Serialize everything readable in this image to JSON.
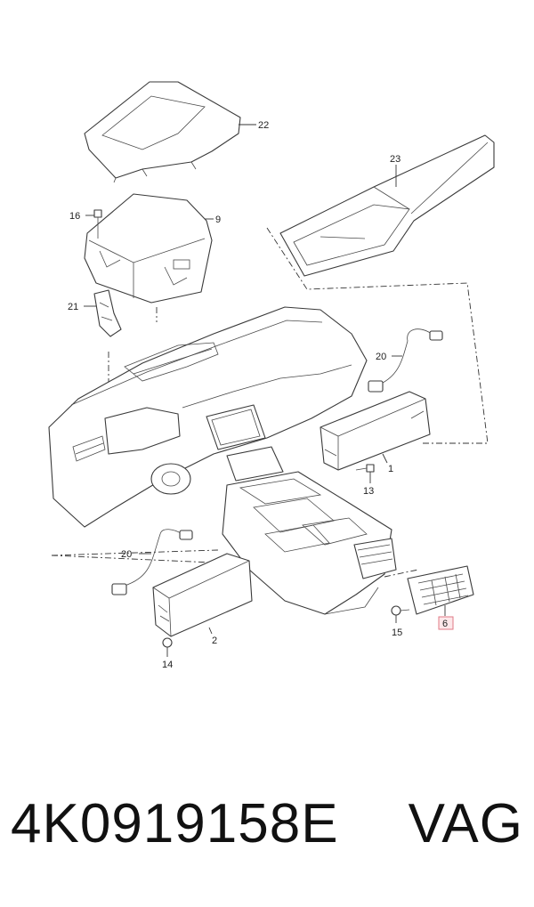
{
  "callouts": {
    "c22": "22",
    "c23": "23",
    "c16": "16",
    "c9": "9",
    "c21": "21",
    "c20a": "20",
    "c1": "1",
    "c13": "13",
    "c20b": "20",
    "c2": "2",
    "c14": "14",
    "c15": "15",
    "c6": "6"
  },
  "footer": {
    "part_number": "4K0919158E",
    "brand": "VAG"
  }
}
